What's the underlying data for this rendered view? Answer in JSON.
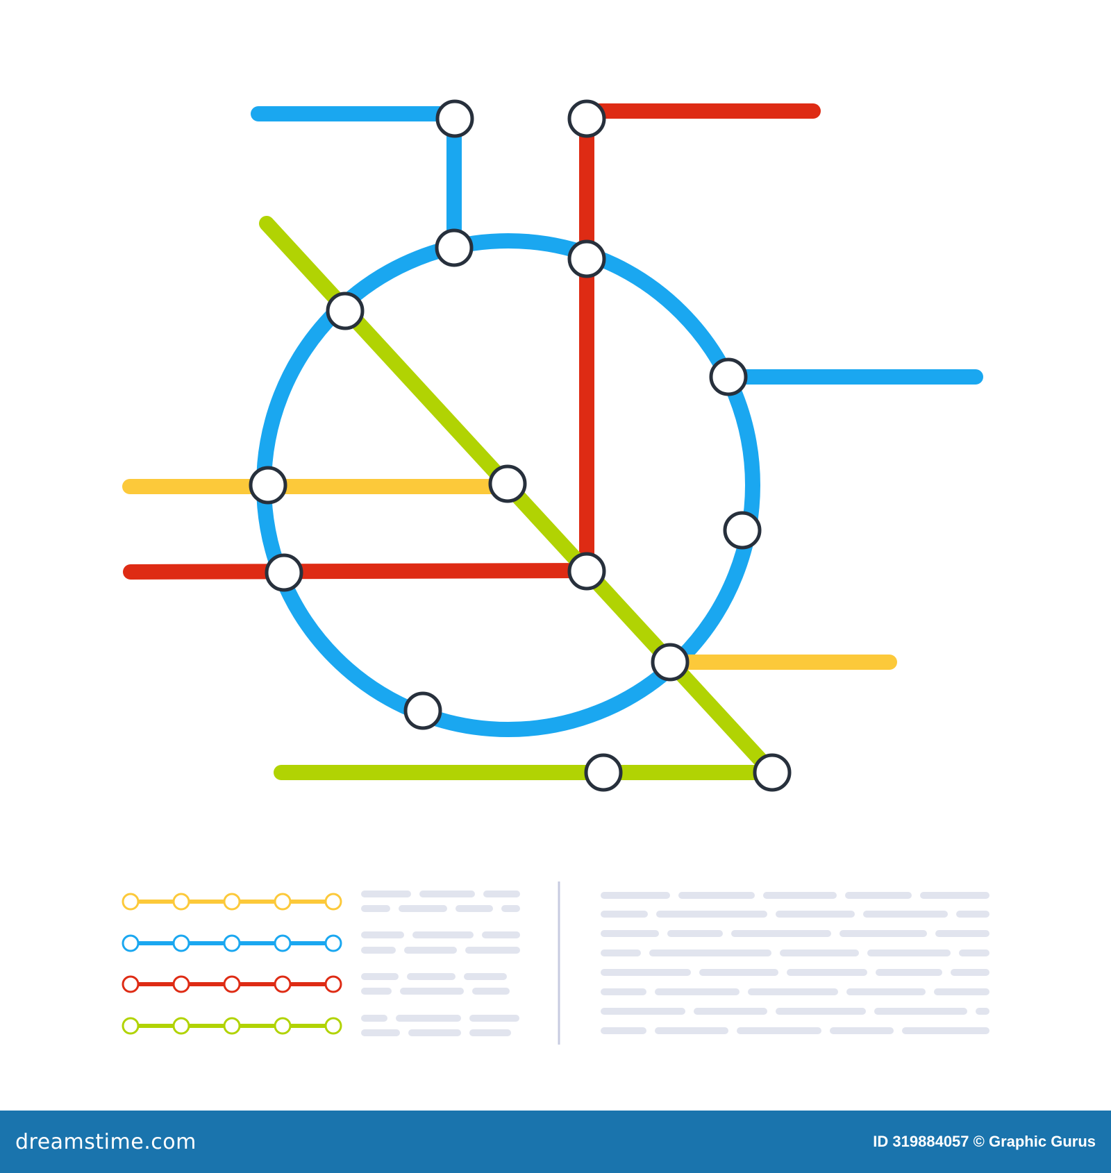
{
  "colors": {
    "blue": "#1aa7f0",
    "red": "#de2b14",
    "green": "#b1d303",
    "yellow": "#fcc93a",
    "station_outline": "#27303c",
    "placeholder_text": "#e1e4ee",
    "divider": "#c7cbe0",
    "footer_bg": "#1a74ad"
  },
  "map": {
    "description_lines": [
      "blue",
      "red",
      "green",
      "yellow"
    ],
    "station_icon": "white-circle-station-icon"
  },
  "legend": {
    "lines": [
      {
        "color": "yellow",
        "stations": 5
      },
      {
        "color": "blue",
        "stations": 5
      },
      {
        "color": "red",
        "stations": 5
      },
      {
        "color": "green",
        "stations": 5
      }
    ]
  },
  "footer": {
    "brand": "dreamstime.com",
    "credit": "ID 319884057 © Graphic Gurus"
  }
}
